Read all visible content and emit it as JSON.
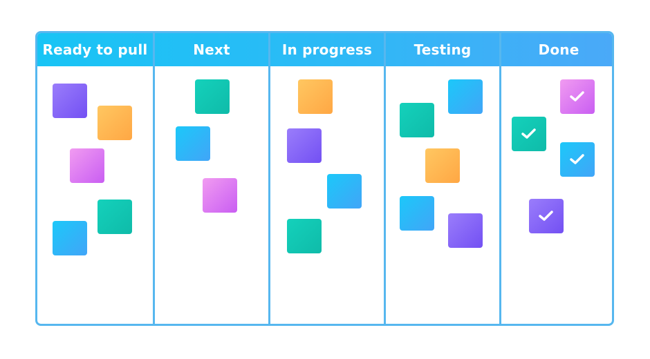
{
  "board": {
    "columns": [
      {
        "title": "Ready to pull"
      },
      {
        "title": "Next"
      },
      {
        "title": "In progress"
      },
      {
        "title": "Testing"
      },
      {
        "title": "Done"
      }
    ],
    "cards": {
      "ready_to_pull": [
        {
          "color": "purple"
        },
        {
          "color": "orange"
        },
        {
          "color": "pink"
        },
        {
          "color": "teal"
        },
        {
          "color": "blue"
        }
      ],
      "next": [
        {
          "color": "teal"
        },
        {
          "color": "blue"
        },
        {
          "color": "pink"
        }
      ],
      "in_progress": [
        {
          "color": "orange"
        },
        {
          "color": "purple"
        },
        {
          "color": "blue"
        },
        {
          "color": "teal"
        }
      ],
      "testing": [
        {
          "color": "blue"
        },
        {
          "color": "teal"
        },
        {
          "color": "orange"
        },
        {
          "color": "blue"
        },
        {
          "color": "purple"
        }
      ],
      "done": [
        {
          "color": "pink",
          "icon": "check-icon"
        },
        {
          "color": "teal",
          "icon": "check-icon"
        },
        {
          "color": "blue",
          "icon": "check-icon"
        },
        {
          "color": "purple",
          "icon": "check-icon"
        }
      ]
    },
    "colors": {
      "header_start": "#18c4f5",
      "header_end": "#4aa9f8",
      "border": "#56b7ef"
    }
  }
}
